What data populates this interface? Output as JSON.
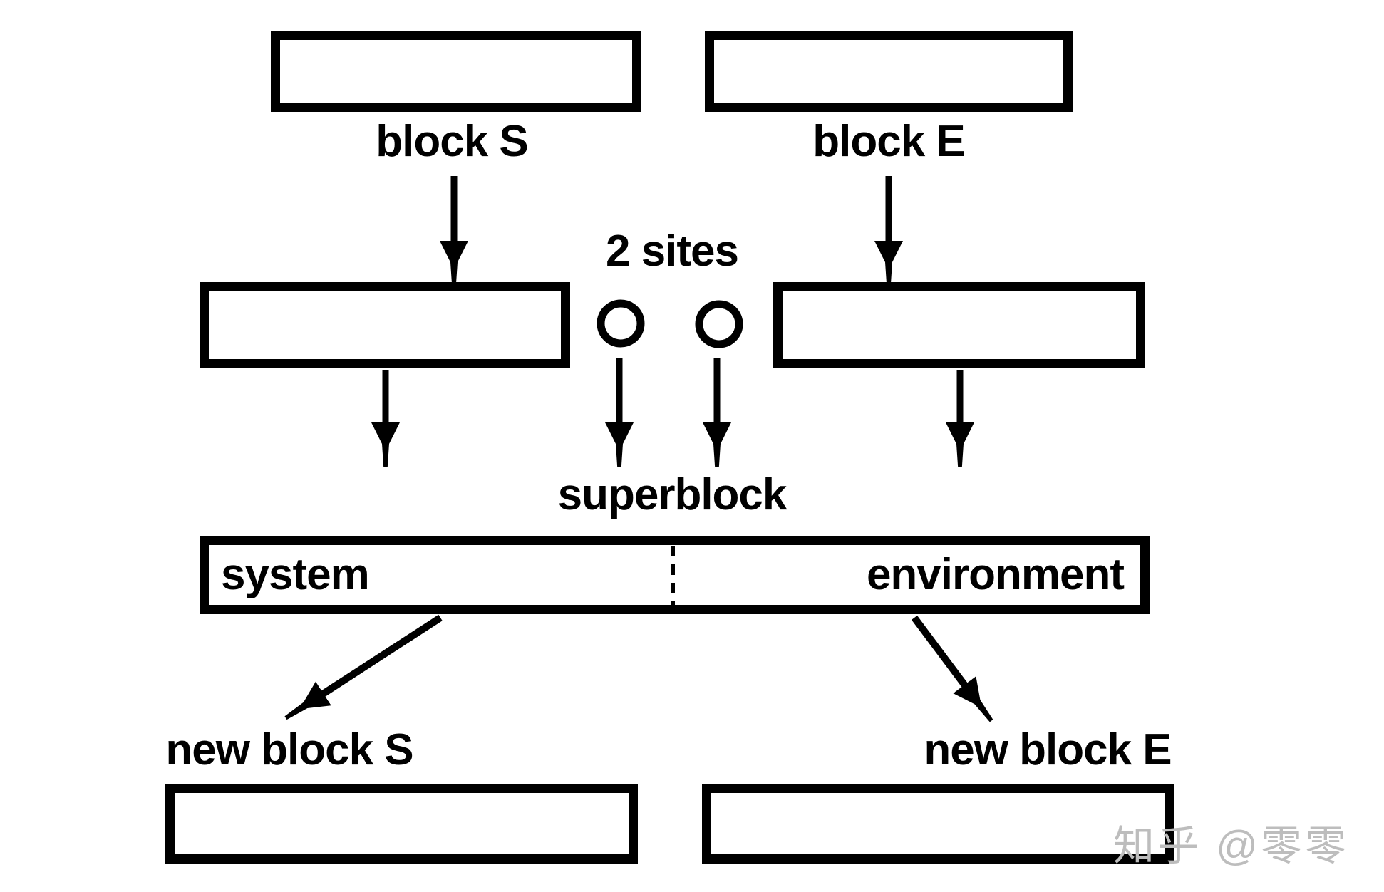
{
  "diagram": {
    "top_row": {
      "block_s_label": "block S",
      "block_e_label": "block E"
    },
    "middle": {
      "two_sites_label": "2 sites",
      "site_count": 2,
      "superblock_label": "superblock"
    },
    "superblock_box": {
      "system_label": "system",
      "environment_label": "environment"
    },
    "bottom_row": {
      "new_block_s_label": "new block S",
      "new_block_e_label": "new block E"
    }
  },
  "watermark": {
    "text": "知乎 @零零"
  },
  "colors": {
    "ink": "#000000",
    "background": "#ffffff",
    "watermark": "#bdbdbd"
  }
}
